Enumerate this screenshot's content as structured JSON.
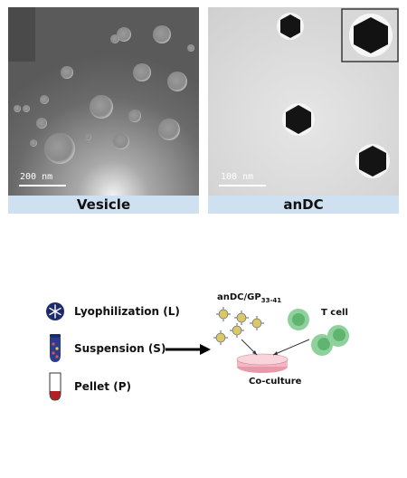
{
  "panels": {
    "left": {
      "caption": "Vesicle",
      "scale_text": "200 nm"
    },
    "right": {
      "caption": "anDC",
      "scale_text": "100 nm"
    }
  },
  "schematic": {
    "legend": [
      {
        "label": "Lyophilization (L)",
        "icon": "snowflake-icon"
      },
      {
        "label": "Suspension (S)",
        "icon": "suspension-tube-icon"
      },
      {
        "label": "Pellet (P)",
        "icon": "pellet-tube-icon"
      }
    ],
    "particle_label_main": "anDC/GP",
    "particle_label_sub": "33-41",
    "t_cell_label": "T cell",
    "dish_label": "Co-culture"
  },
  "colors": {
    "caption_bar": "#cfe0f1",
    "t_cell": "#7cc58b",
    "dish": "#f3b6c2",
    "particle": "#d9c86b"
  }
}
